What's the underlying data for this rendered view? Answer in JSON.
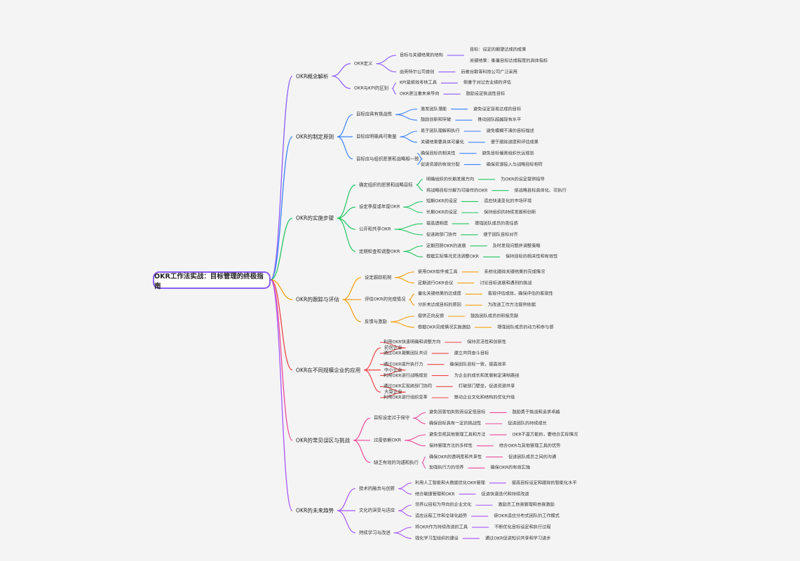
{
  "root": "OKR工作法实战：目标管理的终极指南",
  "branches": [
    {
      "label": "OKR概念解析",
      "color": "#8b5cf6",
      "children": [
        {
          "label": "OKR定义",
          "children": [
            {
              "label": "目标与关键结果的结构",
              "children": [
                {
                  "label": "目标：设定的期望达成的成果"
                },
                {
                  "label": "关键结果：衡量目标达成程度的具体指标"
                }
              ]
            },
            {
              "label": "由英特尔公司首创",
              "children": [
                {
                  "label": "后被谷歌等科技公司广泛采用"
                }
              ]
            }
          ]
        },
        {
          "label": "OKR与KPI的区别",
          "children": [
            {
              "label": "KPI是绩效考核工具",
              "children": [
                {
                  "label": "侧重于对过去业绩的评估"
                }
              ]
            },
            {
              "label": "OKR更注重未来导向",
              "children": [
                {
                  "label": "鼓励设定挑战性目标"
                }
              ]
            }
          ]
        }
      ]
    },
    {
      "label": "OKR的制定原则",
      "color": "#3b82f6",
      "children": [
        {
          "label": "目标应具有挑战性",
          "children": [
            {
              "label": "激发团队潜能",
              "children": [
                {
                  "label": "避免设定容易达成的目标"
                }
              ]
            },
            {
              "label": "鼓励创新和突破",
              "children": [
                {
                  "label": "推动团队超越现有水平"
                }
              ]
            }
          ]
        },
        {
          "label": "目标应明确具可衡量",
          "children": [
            {
              "label": "易于团队理解和执行",
              "children": [
                {
                  "label": "避免模糊不清的目标描述"
                }
              ]
            },
            {
              "label": "关键结果要具体可量化",
              "children": [
                {
                  "label": "便于跟踪进度和评估成果"
                }
              ]
            }
          ]
        },
        {
          "label": "目标应与组织愿景和战略相一致",
          "children": [
            {
              "label": "确保目标的相关性",
              "children": [
                {
                  "label": "避免目标偏离组织长远规划"
                }
              ]
            },
            {
              "label": "促进资源的有效分配",
              "children": [
                {
                  "label": "确保资源投入与战略目标相符"
                }
              ]
            }
          ]
        }
      ]
    },
    {
      "label": "OKR的实施步骤",
      "color": "#22c55e",
      "children": [
        {
          "label": "确定组织的愿景和战略目标",
          "children": [
            {
              "label": "明确组织的长期发展方向",
              "children": [
                {
                  "label": "为OKR的设定提供指导"
                }
              ]
            },
            {
              "label": "将战略目标分解为可操作的OKR",
              "children": [
                {
                  "label": "使战略目标具体化、可执行"
                }
              ]
            }
          ]
        },
        {
          "label": "设定季度或年度OKR",
          "children": [
            {
              "label": "短期OKR的设定",
              "children": [
                {
                  "label": "适应快速变化的市场环境"
                }
              ]
            },
            {
              "label": "长期OKR的设定",
              "children": [
                {
                  "label": "保持组织的持续发展和创新"
                }
              ]
            }
          ]
        },
        {
          "label": "公开和共享OKR",
          "children": [
            {
              "label": "提高透明度",
              "children": [
                {
                  "label": "增强团队成员的责任感"
                }
              ]
            },
            {
              "label": "促进跨部门协作",
              "children": [
                {
                  "label": "便于团队目标对齐"
                }
              ]
            }
          ]
        },
        {
          "label": "定期检查和调整OKR",
          "children": [
            {
              "label": "定期回顾OKR的进展",
              "children": [
                {
                  "label": "及时发现问题并调整策略"
                }
              ]
            },
            {
              "label": "根据实际情况灵活调整OKR",
              "children": [
                {
                  "label": "保持目标的相关性和有效性"
                }
              ]
            }
          ]
        }
      ]
    },
    {
      "label": "OKR的跟踪与评估",
      "color": "#f59e0b",
      "children": [
        {
          "label": "设定跟踪机制",
          "children": [
            {
              "label": "使用OKR软件或工具",
              "children": [
                {
                  "label": "系统化跟踪关键结果的完成情况"
                }
              ]
            },
            {
              "label": "定期进行OKR会议",
              "children": [
                {
                  "label": "讨论目标进展和遇到的挑战"
                }
              ]
            }
          ]
        },
        {
          "label": "评估OKR的完成情况",
          "children": [
            {
              "label": "量化关键结果的达成度",
              "children": [
                {
                  "label": "客观评估成效，确保评估的客观性"
                }
              ]
            },
            {
              "label": "分析未达成目标的原因",
              "children": [
                {
                  "label": "为改进工作方法提供依据"
                }
              ]
            }
          ]
        },
        {
          "label": "反馈与激励",
          "children": [
            {
              "label": "提供正向反馈",
              "children": [
                {
                  "label": "鼓励团队成员的积极贡献"
                }
              ]
            },
            {
              "label": "根据OKR完成情况实施激励",
              "children": [
                {
                  "label": "增强团队成员的动力和参与感"
                }
              ]
            }
          ]
        }
      ]
    },
    {
      "label": "OKR在不同规模企业的应用",
      "color": "#ef4444",
      "children": [
        {
          "label": "初创企业",
          "children": [
            {
              "label": "利用OKR快速明确和调整方向",
              "children": [
                {
                  "label": "保持灵活性和创新性"
                }
              ]
            },
            {
              "label": "通过OKR凝聚团队共识",
              "children": [
                {
                  "label": "建立共同奋斗目标"
                }
              ]
            }
          ]
        },
        {
          "label": "中小企业",
          "children": [
            {
              "label": "通过OKR提升执行力",
              "children": [
                {
                  "label": "确保团队目标一致，提高效率"
                }
              ]
            },
            {
              "label": "利用OKR进行战略规划",
              "children": [
                {
                  "label": "为企业的成长和发展制定清晰路径"
                }
              ]
            }
          ]
        },
        {
          "label": "大型企业",
          "children": [
            {
              "label": "通过OKR实现跨部门协同",
              "children": [
                {
                  "label": "打破部门壁垒，促进资源共享"
                }
              ]
            },
            {
              "label": "利用OKR进行组织变革",
              "children": [
                {
                  "label": "推动企业文化和结构的优化升级"
                }
              ]
            }
          ]
        }
      ]
    },
    {
      "label": "OKR的常见误区与挑战",
      "color": "#ec4899",
      "children": [
        {
          "label": "目标设定过于保守",
          "children": [
            {
              "label": "避免因害怕失败而设定低目标",
              "children": [
                {
                  "label": "鼓励勇于挑战和追求卓越"
                }
              ]
            },
            {
              "label": "确保目标具有一定的挑战性",
              "children": [
                {
                  "label": "促进团队的持续成长"
                }
              ]
            }
          ]
        },
        {
          "label": "过度依赖OKR",
          "children": [
            {
              "label": "避免忽视其他管理工具和方法",
              "children": [
                {
                  "label": "OKR不是万能的，要结合实际情况"
                }
              ]
            },
            {
              "label": "保持管理方法的多样性",
              "children": [
                {
                  "label": "结合OKR与其他管理工具的优势"
                }
              ]
            }
          ]
        },
        {
          "label": "缺乏有效的沟通和执行",
          "children": [
            {
              "label": "确保OKR的透明度和共享性",
              "children": [
                {
                  "label": "促进团队成员之间的沟通"
                }
              ]
            },
            {
              "label": "加强执行力的培养",
              "children": [
                {
                  "label": "确保OKR的有效实施"
                }
              ]
            }
          ]
        }
      ]
    },
    {
      "label": "OKR的未来趋势",
      "color": "#a855f7",
      "children": [
        {
          "label": "技术的融合与创新",
          "children": [
            {
              "label": "利用人工智能和大数据优化OKR管理",
              "children": [
                {
                  "label": "提高目标设定和跟踪的智能化水平"
                }
              ]
            },
            {
              "label": "结合敏捷管理和OKR",
              "children": [
                {
                  "label": "促进快速迭代和持续改进"
                }
              ]
            }
          ]
        },
        {
          "label": "文化的演变与适应",
          "children": [
            {
              "label": "培养以目标为导向的企业文化",
              "children": [
                {
                  "label": "激励员工自我管理和自我激励"
                }
              ]
            },
            {
              "label": "适应远程工作和全球化趋势",
              "children": [
                {
                  "label": "使OKR适应分布式团队的工作模式"
                }
              ]
            }
          ]
        },
        {
          "label": "持续学习与改进",
          "children": [
            {
              "label": "将OKR作为持续改进的工具",
              "children": [
                {
                  "label": "不断优化目标设定和执行过程"
                }
              ]
            },
            {
              "label": "强化学习型组织的建设",
              "children": [
                {
                  "label": "通过OKR促进知识共享和学习进步"
                }
              ]
            }
          ]
        }
      ]
    }
  ]
}
